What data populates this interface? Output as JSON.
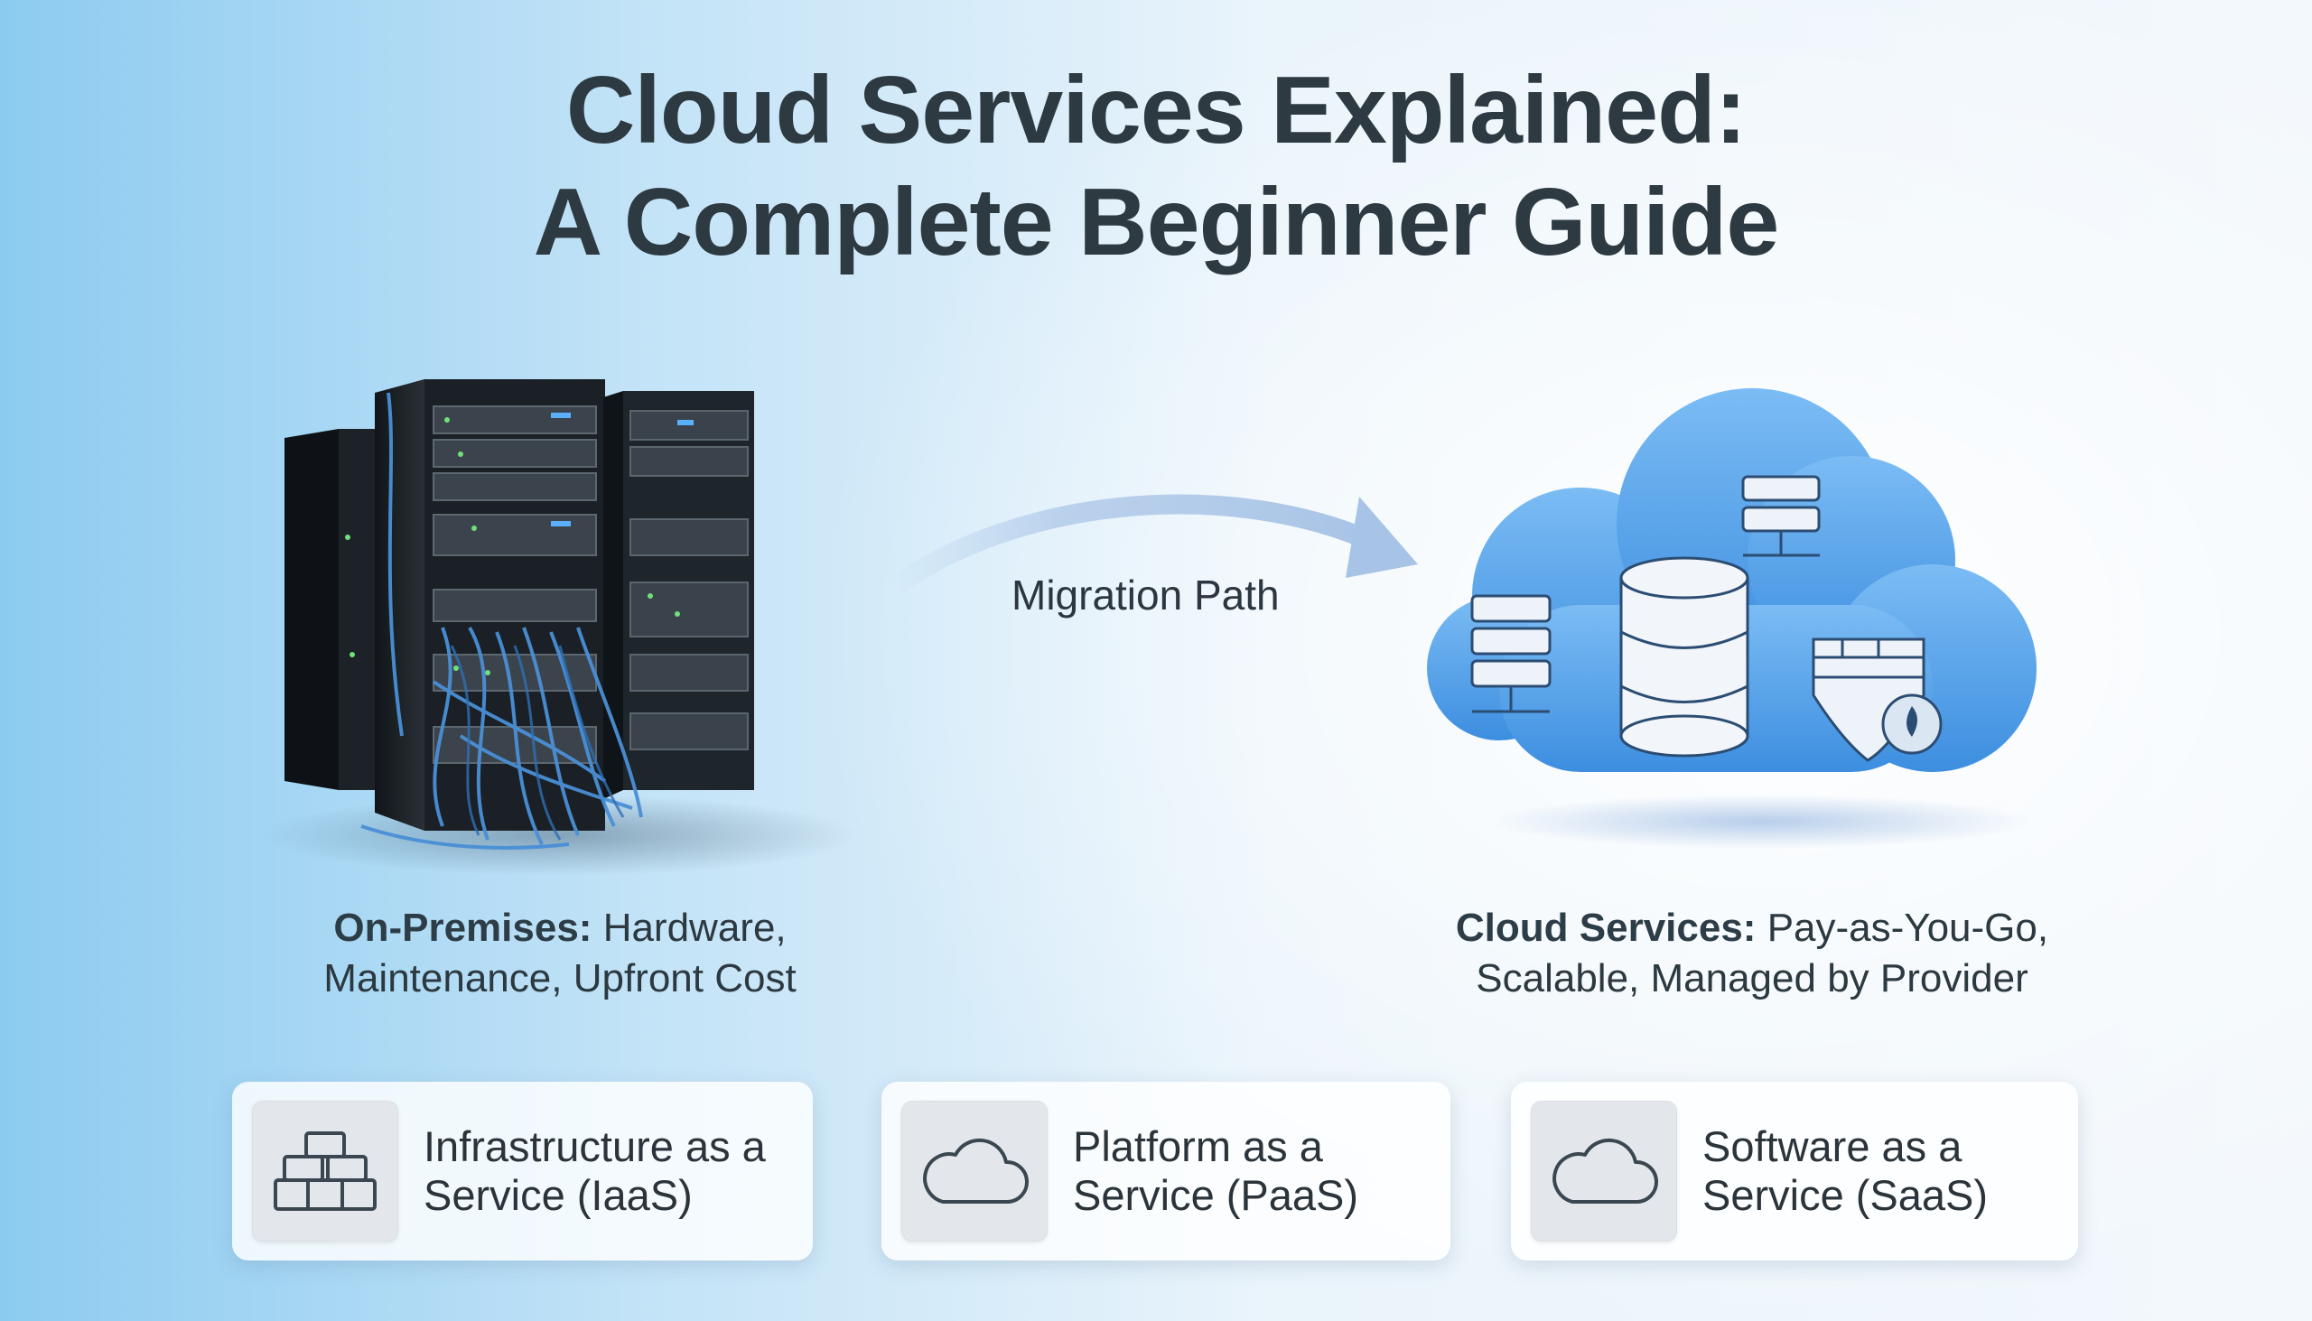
{
  "title": {
    "line1": "Cloud Services Explained:",
    "line2": "A Complete Beginner Guide"
  },
  "migration": {
    "label": "Migration Path"
  },
  "on_premises": {
    "heading": "On-Premises:",
    "rest_line1": "Hardware,",
    "line2": "Maintenance, Upfront Cost",
    "icon": "server-rack-illustration"
  },
  "cloud_services": {
    "heading": "Cloud Services:",
    "rest_line1": "Pay-as-You-Go,",
    "line2": "Scalable, Managed by Provider",
    "icon": "cloud-illustration"
  },
  "cards": [
    {
      "line1": "Infrastructure as a",
      "line2": "Service (IaaS)",
      "icon": "bricks-icon"
    },
    {
      "line1": "Platform as a",
      "line2": "Service (PaaS)",
      "icon": "cloud-icon"
    },
    {
      "line1": "Software as a",
      "line2": "Service (SaaS)",
      "icon": "cloud-icon"
    }
  ],
  "colors": {
    "title": "#2d3a41",
    "cloud": "#5aa5ea",
    "arrow": "#a7c3e6",
    "card_bg": "#ffffff",
    "icon_tile": "#e3e7ec"
  }
}
